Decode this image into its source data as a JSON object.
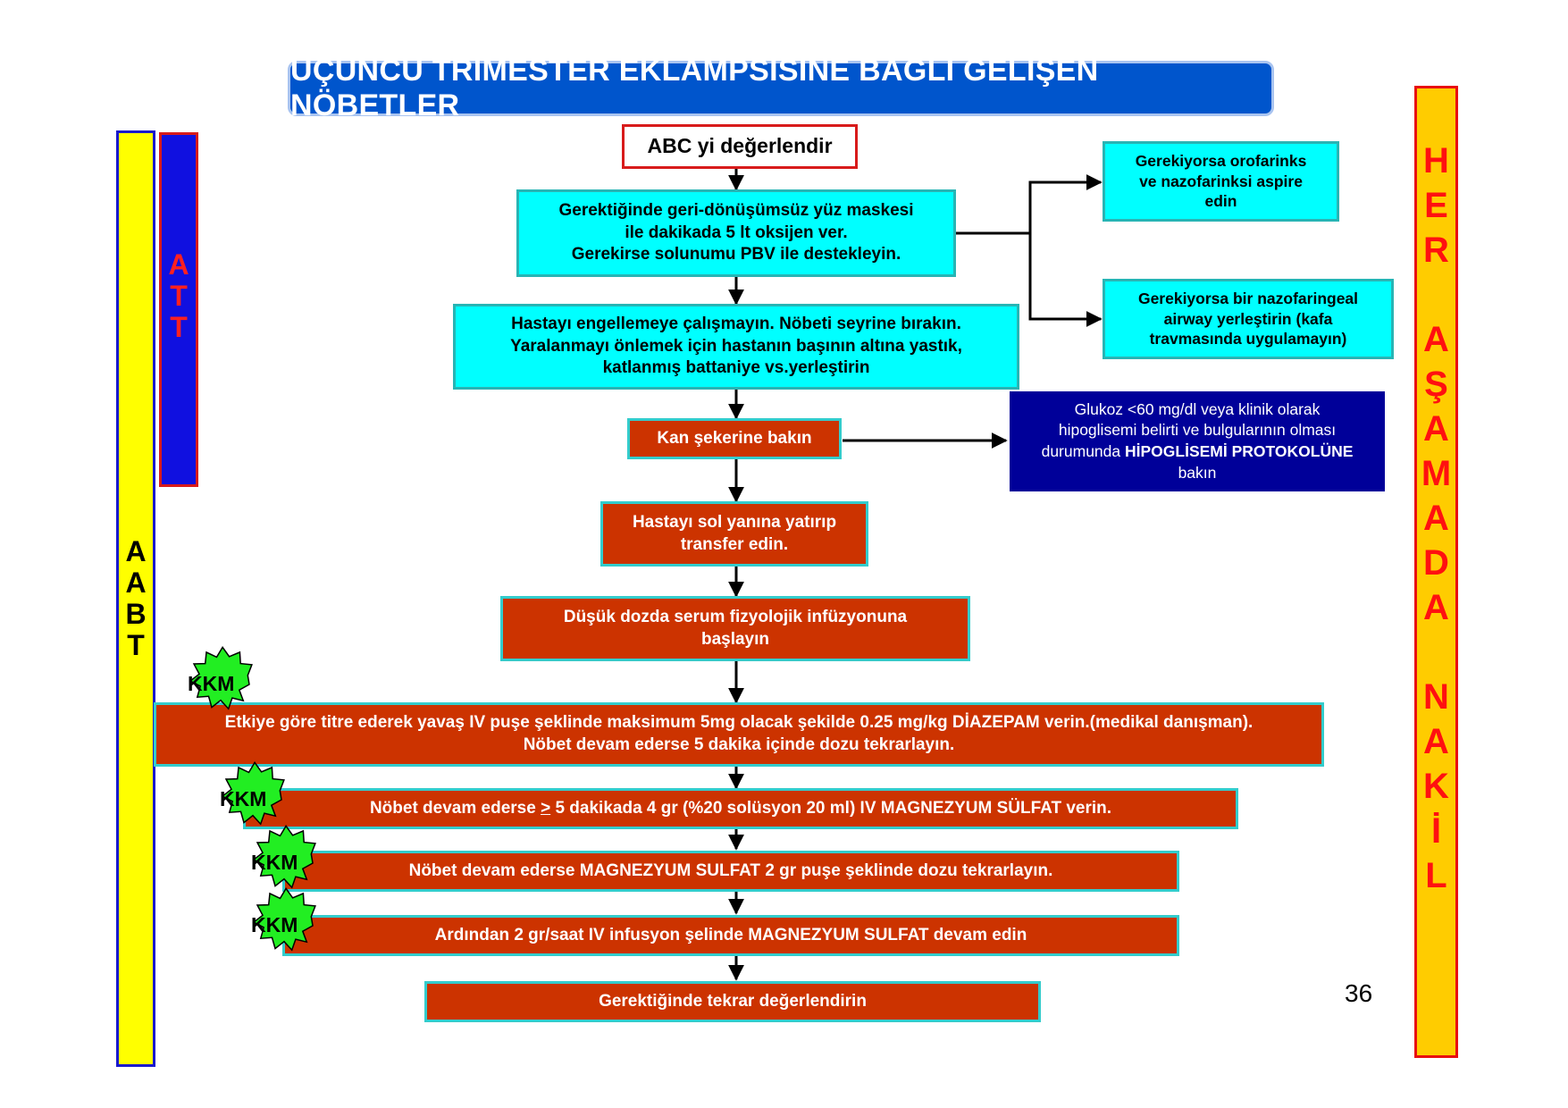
{
  "title": "ÜÇÜNCÜ TRİMESTER EKLAMPSİSİNE BAĞLI GELİŞEN NÖBETLER",
  "left_bars": {
    "aabt_letters": [
      "A",
      "A",
      "B",
      "T"
    ],
    "att_letters": [
      "A",
      "T",
      "T"
    ]
  },
  "right_bar": {
    "letters": [
      "H",
      "E",
      "R",
      "",
      "A",
      "Ş",
      "A",
      "M",
      "A",
      "D",
      "A",
      "",
      "N",
      "A",
      "K",
      "İ",
      "L"
    ]
  },
  "steps": {
    "abc": "ABC yi değerlendir",
    "oxygen": "Gerektiğinde geri-dönüşümsüz yüz maskesi\nile dakikada 5 lt oksijen ver.\nGerekirse solunumu PBV ile destekleyin.",
    "seizure": "Hastayı engellemeye çalışmayın. Nöbeti seyrine bırakın.\nYaralanmayı önlemek için hastanın başının altına yastık,\nkatlanmış battaniye vs.yerleştirin",
    "glucose": "Kan şekerine bakın",
    "left_side": "Hastayı sol yanına yatırıp\ntransfer edin.",
    "infusion": "Düşük dozda serum fizyolojik infüzyonuna\nbaşlayın",
    "diazepam": "Etkiye göre titre ederek yavaş IV puşe şeklinde maksimum 5mg olacak şekilde 0.25 mg/kg DİAZEPAM verin.(medikal danışman).\nNöbet devam ederse 5 dakika içinde dozu tekrarlayın.",
    "mgso4_pre": "Nöbet devam ederse ",
    "mgso4_sym": ">",
    "mgso4_post": " 5 dakikada 4 gr (%20 solüsyon 20 ml) IV MAGNEZYUM SÜLFAT verin.",
    "mgso4_repeat": "Nöbet devam ederse MAGNEZYUM SULFAT  2 gr puşe şeklinde dozu tekrarlayın.",
    "mgso4_infusion": "Ardından 2 gr/saat IV infusyon şelinde MAGNEZYUM SULFAT devam edin",
    "reassess": "Gerektiğinde tekrar değerlendirin"
  },
  "side_notes": {
    "aspire": "Gerekiyorsa orofarinks\nve nazofarinksi aspire\nedin",
    "airway": "Gerekiyorsa bir nazofaringeal\nairway yerleştirin (kafa\ntravmasında uygulamayın)",
    "hypo_pre": "Glukoz <60 mg/dl veya klinik olarak\nhipoglisemi belirti ve bulgularının olması\ndurumunda ",
    "hypo_bold": "HİPOGLİSEMİ PROTOKOLÜNE",
    "hypo_post": "\nbakın"
  },
  "kkm_label": "KKM",
  "page_number": "36",
  "colors": {
    "title_bg": "#0055cc",
    "cyan": "#00ffff",
    "red_box": "#cc3300",
    "navy_box": "#000099",
    "kkm_star": "#22ee22",
    "yellow_bar": "#ffff00",
    "orange_bar": "#ffcc00"
  }
}
